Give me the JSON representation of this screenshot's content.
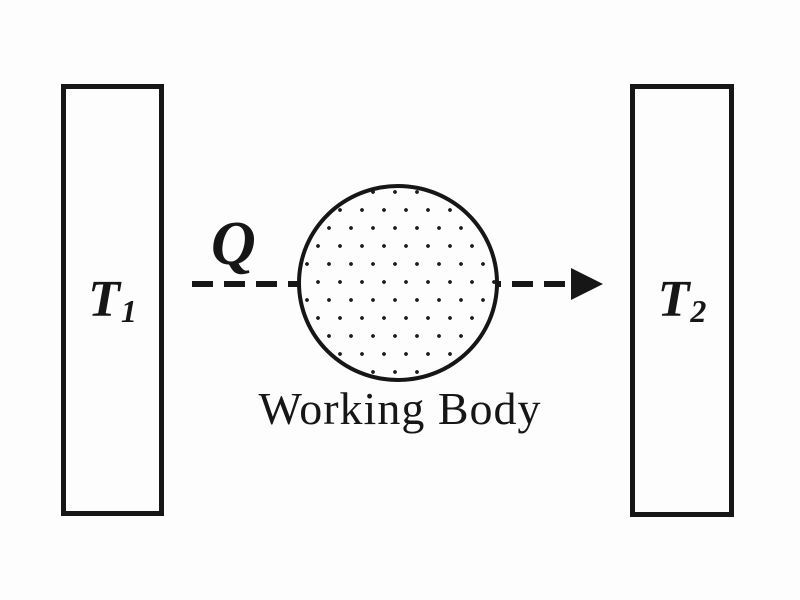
{
  "labels": {
    "left_reservoir": {
      "base": "T",
      "subscript": "1"
    },
    "right_reservoir": {
      "base": "T",
      "subscript": "2"
    },
    "heat": "Q",
    "working_body_caption": "Working Body"
  },
  "colors": {
    "ink": "#161616",
    "background": "#fdfdfd"
  }
}
